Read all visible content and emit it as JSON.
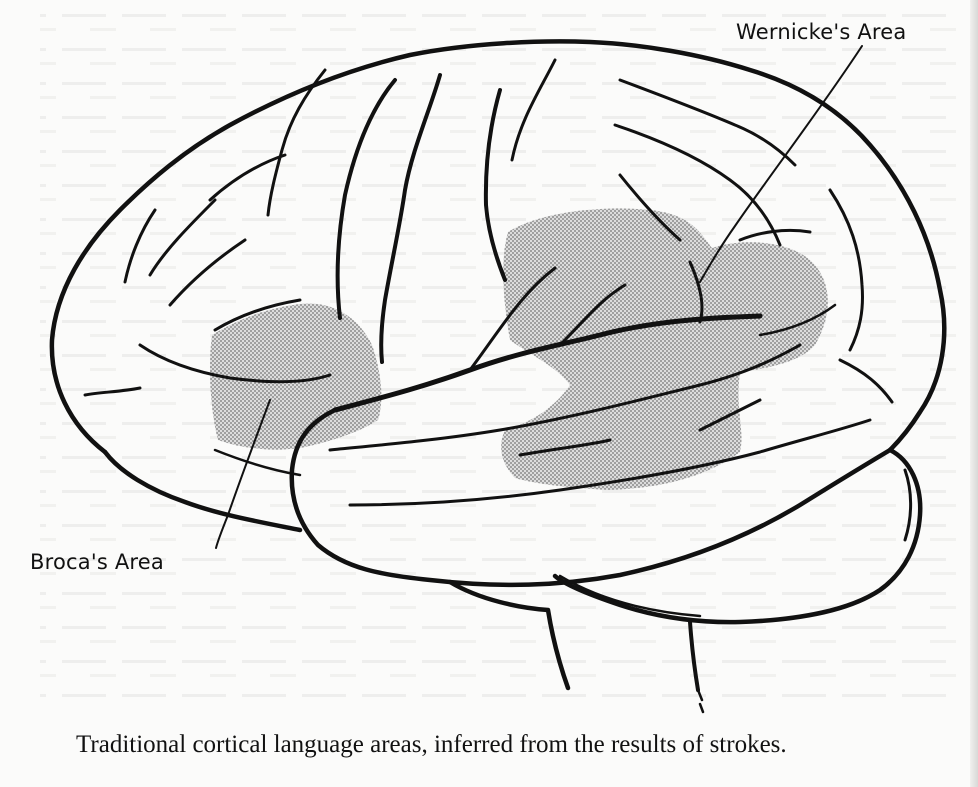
{
  "figure": {
    "labels": {
      "wernicke": "Wernicke's Area",
      "broca": "Broca's Area"
    },
    "caption": "Traditional cortical language areas, inferred from the results of strokes."
  }
}
